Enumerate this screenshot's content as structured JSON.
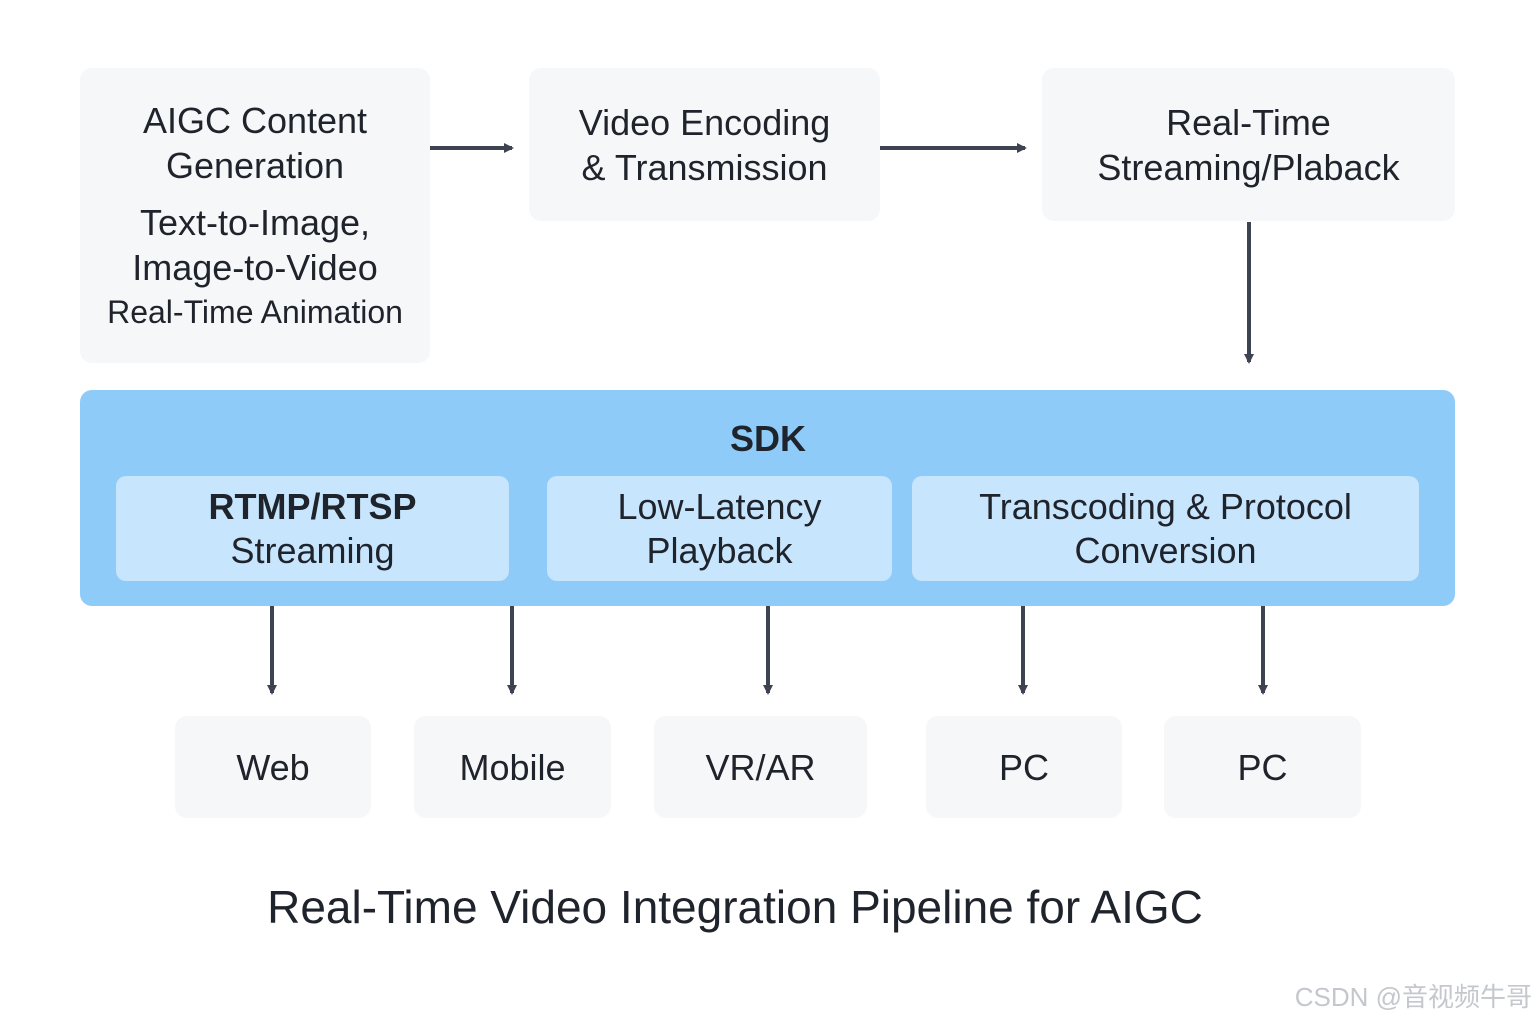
{
  "top_row": {
    "aigc": {
      "title_lines": [
        "AIGC Content",
        "Generation"
      ],
      "detail_lines": [
        "Text-to-Image,",
        "Image-to-Video",
        "Real-Time Animation"
      ]
    },
    "encoding": {
      "title_lines": [
        "Video Encoding",
        "& Transmission"
      ]
    },
    "streaming": {
      "title_lines": [
        "Real-Time",
        "Streaming/Plaback"
      ]
    }
  },
  "sdk": {
    "title": "SDK",
    "modules": [
      {
        "lines": [
          "RTMP/RTSP",
          "Streaming"
        ]
      },
      {
        "lines": [
          "Low-Latency",
          "Playback"
        ]
      },
      {
        "lines": [
          "Transcoding & Protocol",
          "Conversion"
        ]
      }
    ]
  },
  "targets": [
    "Web",
    "Mobile",
    "VR/AR",
    "PC",
    "PC"
  ],
  "caption": "Real-Time Video Integration Pipeline for AIGC",
  "watermark": "CSDN @音视频牛哥",
  "colors": {
    "box_bg": "#f6f7f9",
    "sdk_bg": "#8fcbf9",
    "module_bg": "#c7e5fc",
    "arrow": "#3d4350",
    "text": "#1f232b"
  }
}
